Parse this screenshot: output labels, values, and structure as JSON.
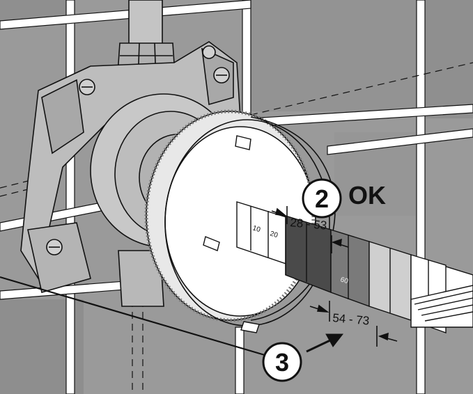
{
  "callouts": {
    "two": {
      "number": "2",
      "status": "OK"
    },
    "three": {
      "number": "3"
    }
  },
  "gauge": {
    "range_top": "28 - 53",
    "range_bottom": "54 - 73",
    "ticks": [
      "10",
      "20",
      "60"
    ]
  },
  "colors": {
    "tile": "#9a9a9a",
    "tile_dark": "#8c8c8c",
    "grout": "#ffffff",
    "outline": "#111111",
    "housing": "#bdbdbd",
    "gauge_dark": "#4a4a4a",
    "gauge_mid": "#7a7a7a",
    "gauge_light": "#cfcfcf"
  }
}
